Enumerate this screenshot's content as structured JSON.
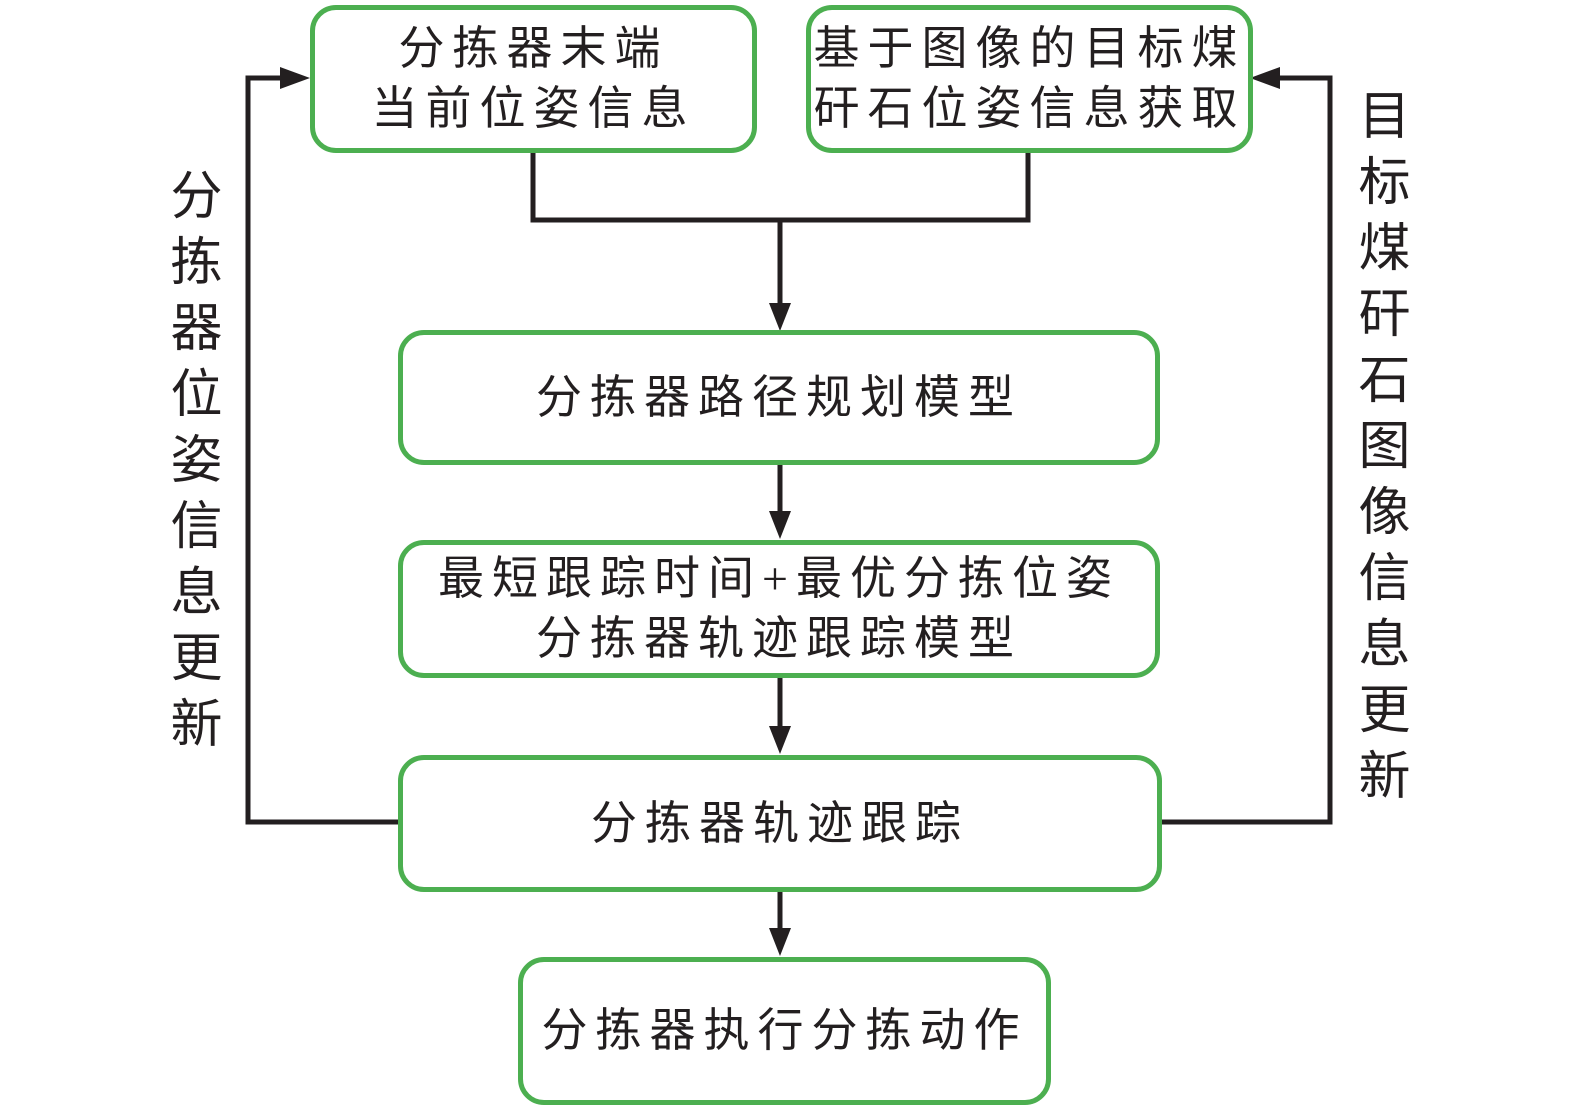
{
  "diagram": {
    "colors": {
      "node_border": "#4caf50",
      "line": "#231f20",
      "text": "#231f20",
      "background": "#ffffff"
    },
    "boxes": {
      "sorter_end_pose": {
        "line1": "分拣器末端",
        "line2": "当前位姿信息"
      },
      "image_target_acquisition": {
        "line1": "基于图像的目标煤",
        "line2": "矸石位姿信息获取"
      },
      "path_planning": {
        "label": "分拣器路径规划模型"
      },
      "trajectory_model": {
        "line1": "最短跟踪时间+最优分拣位姿",
        "line2": "分拣器轨迹跟踪模型"
      },
      "trajectory_tracking": {
        "label": "分拣器轨迹跟踪"
      },
      "execute_action": {
        "label": "分拣器执行分拣动作"
      }
    },
    "side_labels": {
      "left": "分拣器位姿信息更新",
      "right": "目标煤矸石图像信息更新"
    }
  }
}
